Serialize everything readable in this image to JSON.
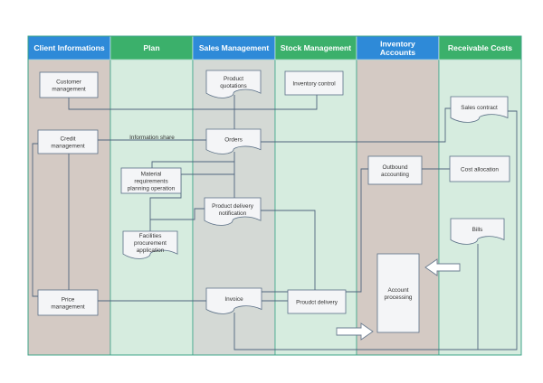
{
  "colors": {
    "header_blue": "#2e8ad8",
    "header_green": "#3bb06b",
    "lane_taupe": "#d4cac4",
    "lane_green": "#d6ecdf",
    "lane_gray": "#d4d9d5",
    "node_fill": "#f4f5f7",
    "node_stroke": "#5a6f86",
    "edge": "#50657e"
  },
  "lanes": [
    {
      "id": "client",
      "title": [
        "Client Informations"
      ]
    },
    {
      "id": "plan",
      "title": [
        "Plan"
      ]
    },
    {
      "id": "sales",
      "title": [
        "Sales Management"
      ]
    },
    {
      "id": "stock",
      "title": [
        "Stock Management"
      ]
    },
    {
      "id": "inventory",
      "title": [
        "Inventory",
        "Accounts"
      ]
    },
    {
      "id": "receivable",
      "title": [
        "Receivable Costs"
      ]
    }
  ],
  "nodes": [
    {
      "id": "customer",
      "lines": [
        "Customer",
        "management"
      ],
      "shape": "rect"
    },
    {
      "id": "credit",
      "lines": [
        "Credit",
        "management"
      ],
      "shape": "rect"
    },
    {
      "id": "price",
      "lines": [
        "Price",
        "management"
      ],
      "shape": "rect"
    },
    {
      "id": "material",
      "lines": [
        "Material",
        "requirements",
        "planning operation"
      ],
      "shape": "rect"
    },
    {
      "id": "facilities",
      "lines": [
        "Facilities",
        "procurement",
        "application"
      ],
      "shape": "document"
    },
    {
      "id": "quotations",
      "lines": [
        "Product",
        "quotations"
      ],
      "shape": "document"
    },
    {
      "id": "orders",
      "lines": [
        "Orders"
      ],
      "shape": "document"
    },
    {
      "id": "delivery_note",
      "lines": [
        "Product delivery",
        "notification"
      ],
      "shape": "document"
    },
    {
      "id": "invoice",
      "lines": [
        "Invoice"
      ],
      "shape": "document"
    },
    {
      "id": "inventory_control",
      "lines": [
        "Inventory control"
      ],
      "shape": "rect"
    },
    {
      "id": "product_delivery",
      "lines": [
        "Proudct delivery"
      ],
      "shape": "rect"
    },
    {
      "id": "outbound",
      "lines": [
        "Outbound",
        "accounting"
      ],
      "shape": "rect"
    },
    {
      "id": "account_processing",
      "lines": [
        "Account",
        "processing"
      ],
      "shape": "rect"
    },
    {
      "id": "sales_contract",
      "lines": [
        "Sales contract"
      ],
      "shape": "document"
    },
    {
      "id": "cost_allocation",
      "lines": [
        "Cost allocation"
      ],
      "shape": "rect"
    },
    {
      "id": "bills",
      "lines": [
        "Bills"
      ],
      "shape": "document"
    }
  ],
  "edge_labels": [
    {
      "id": "information_share",
      "text": "Information share"
    }
  ]
}
